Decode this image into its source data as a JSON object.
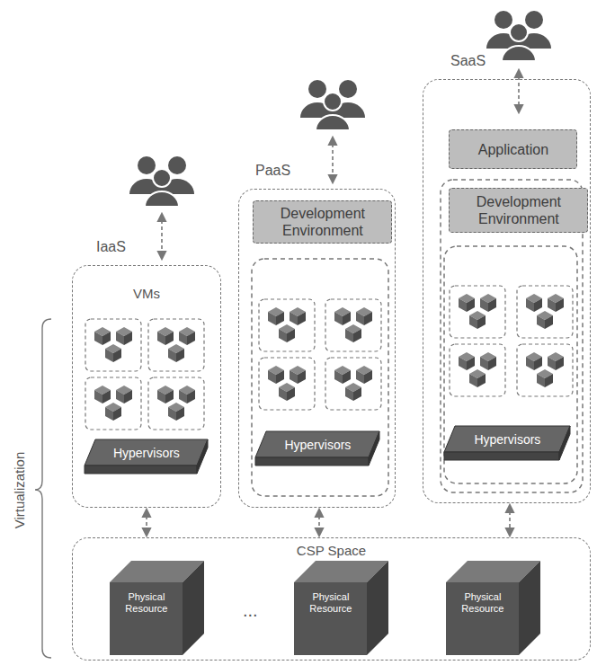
{
  "diagram": {
    "nodes": [
      {
        "text": [
          "IaaS",
          "VMs"
        ]
      },
      {
        "text": [
          "Hypervisors"
        ],
        "in": 0
      },
      {
        "text": [
          "PaaS"
        ]
      },
      {
        "text": [
          "Development Environment"
        ],
        "in": 2
      },
      {
        "text": [
          "Hypervisors"
        ],
        "in": 2
      },
      {
        "text": [
          "SaaS"
        ]
      },
      {
        "text": [
          "Application"
        ],
        "in": 5
      },
      {
        "text": [
          "Development Environment"
        ],
        "in": 5
      },
      {
        "text": [
          "Hypervisors"
        ],
        "in": 5
      },
      {
        "text": [
          "CSP Space"
        ]
      },
      {
        "text": [
          "Physical Resource"
        ],
        "in": 9
      },
      {
        "text": [
          "Physical Resource"
        ],
        "in": 9
      },
      {
        "text": [
          "Physical Resource"
        ],
        "in": 9
      }
    ],
    "edges": [
      {
        "from": 0,
        "to": 9,
        "arrow": "both"
      },
      {
        "from": 2,
        "to": 9,
        "arrow": "both"
      },
      {
        "from": 5,
        "to": 9,
        "arrow": "both"
      }
    ],
    "labels": [
      "...",
      "Virtualization"
    ]
  }
}
